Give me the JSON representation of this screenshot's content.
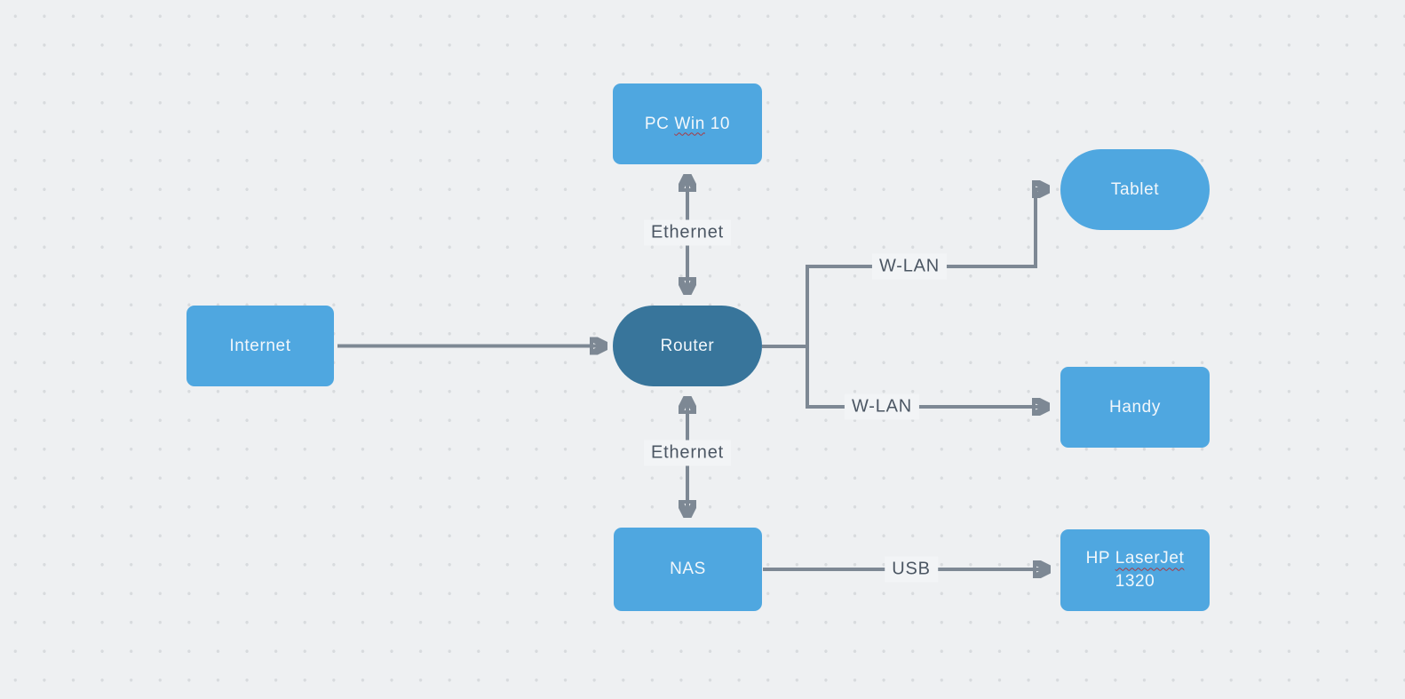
{
  "diagram": {
    "type": "home-network-diagram",
    "background_color": "#eef0f2",
    "grid_dot_color": "#d8dbde",
    "colors": {
      "node_fill": "#4fa7e0",
      "router_fill": "#38759b",
      "node_text": "#f2f7fb",
      "connector": "#7d8894",
      "edge_label_text": "#4b5663",
      "spellcheck_underline": "#a93a42"
    },
    "nodes": {
      "pc": {
        "label": "PC Win 10",
        "label_prefix": "PC ",
        "label_misspelled": "Win",
        "label_suffix": " 10"
      },
      "internet": {
        "label": "Internet"
      },
      "router": {
        "label": "Router"
      },
      "tablet": {
        "label": "Tablet"
      },
      "handy": {
        "label": "Handy"
      },
      "nas": {
        "label": "NAS"
      },
      "printer": {
        "label": "HP LaserJet 1320",
        "label_prefix": "HP ",
        "label_misspelled": "LaserJet",
        "label_line2": "1320"
      }
    },
    "edges": {
      "pc_router": {
        "label": "Ethernet"
      },
      "router_nas": {
        "label": "Ethernet"
      },
      "router_tablet": {
        "label": "W-LAN"
      },
      "router_handy": {
        "label": "W-LAN"
      },
      "nas_printer": {
        "label": "USB"
      }
    }
  }
}
